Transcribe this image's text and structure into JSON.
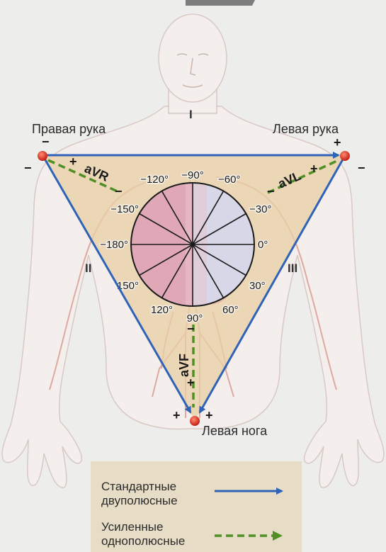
{
  "labels": {
    "right_arm": "Правая рука",
    "left_arm": "Левая рука",
    "left_leg": "Левая нога"
  },
  "leads": {
    "I": "I",
    "II": "II",
    "III": "III",
    "aVR": "aVR",
    "aVL": "aVL",
    "aVF": "aVF"
  },
  "angles": {
    "m120": "−120°",
    "m90": "−90°",
    "m60": "−60°",
    "m150": "−150°",
    "m30": "−30°",
    "m180": "−180°",
    "p0": "0°",
    "p150": "150°",
    "p30": "30°",
    "p120": "120°",
    "p90": "90°",
    "p60": "60°"
  },
  "signs": {
    "plus": "+",
    "minus": "−"
  },
  "legend": {
    "standard_line1": "Стандартные",
    "standard_line2": "двуполюсные",
    "augmented_line1": "Усиленные",
    "augmented_line2": "однополюсные"
  },
  "colors": {
    "standard_arrow": "#2f63b7",
    "augmented_arrow": "#4f8f24",
    "electrode": "#d92b1e",
    "triangle_fill": "#e8cfa6",
    "legend_bg": "#e7ddc7"
  }
}
